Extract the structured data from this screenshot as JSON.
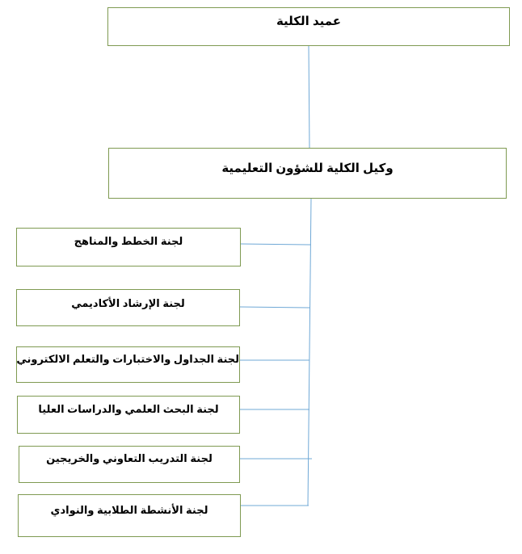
{
  "org_chart": {
    "dean": {
      "label": "عميد الكلية"
    },
    "vice_dean": {
      "label": "وكيل الكلية للشؤون التعليمية"
    },
    "committees": [
      {
        "label": "لجنة الخطط والمناهج"
      },
      {
        "label": "لجنة الإرشاد الأكاديمي"
      },
      {
        "label": "لجنة الجداول والاختبارات والتعلم الالكتروني"
      },
      {
        "label": "لجنة البحث العلمي والدراسات العليا"
      },
      {
        "label": "لجنة التدريب التعاوني والخريجين"
      },
      {
        "label": "لجنة الأنشطة الطلابية والنوادي"
      }
    ]
  },
  "colors": {
    "box_border": "#7f9a52",
    "connector": "#6fa8d6"
  }
}
